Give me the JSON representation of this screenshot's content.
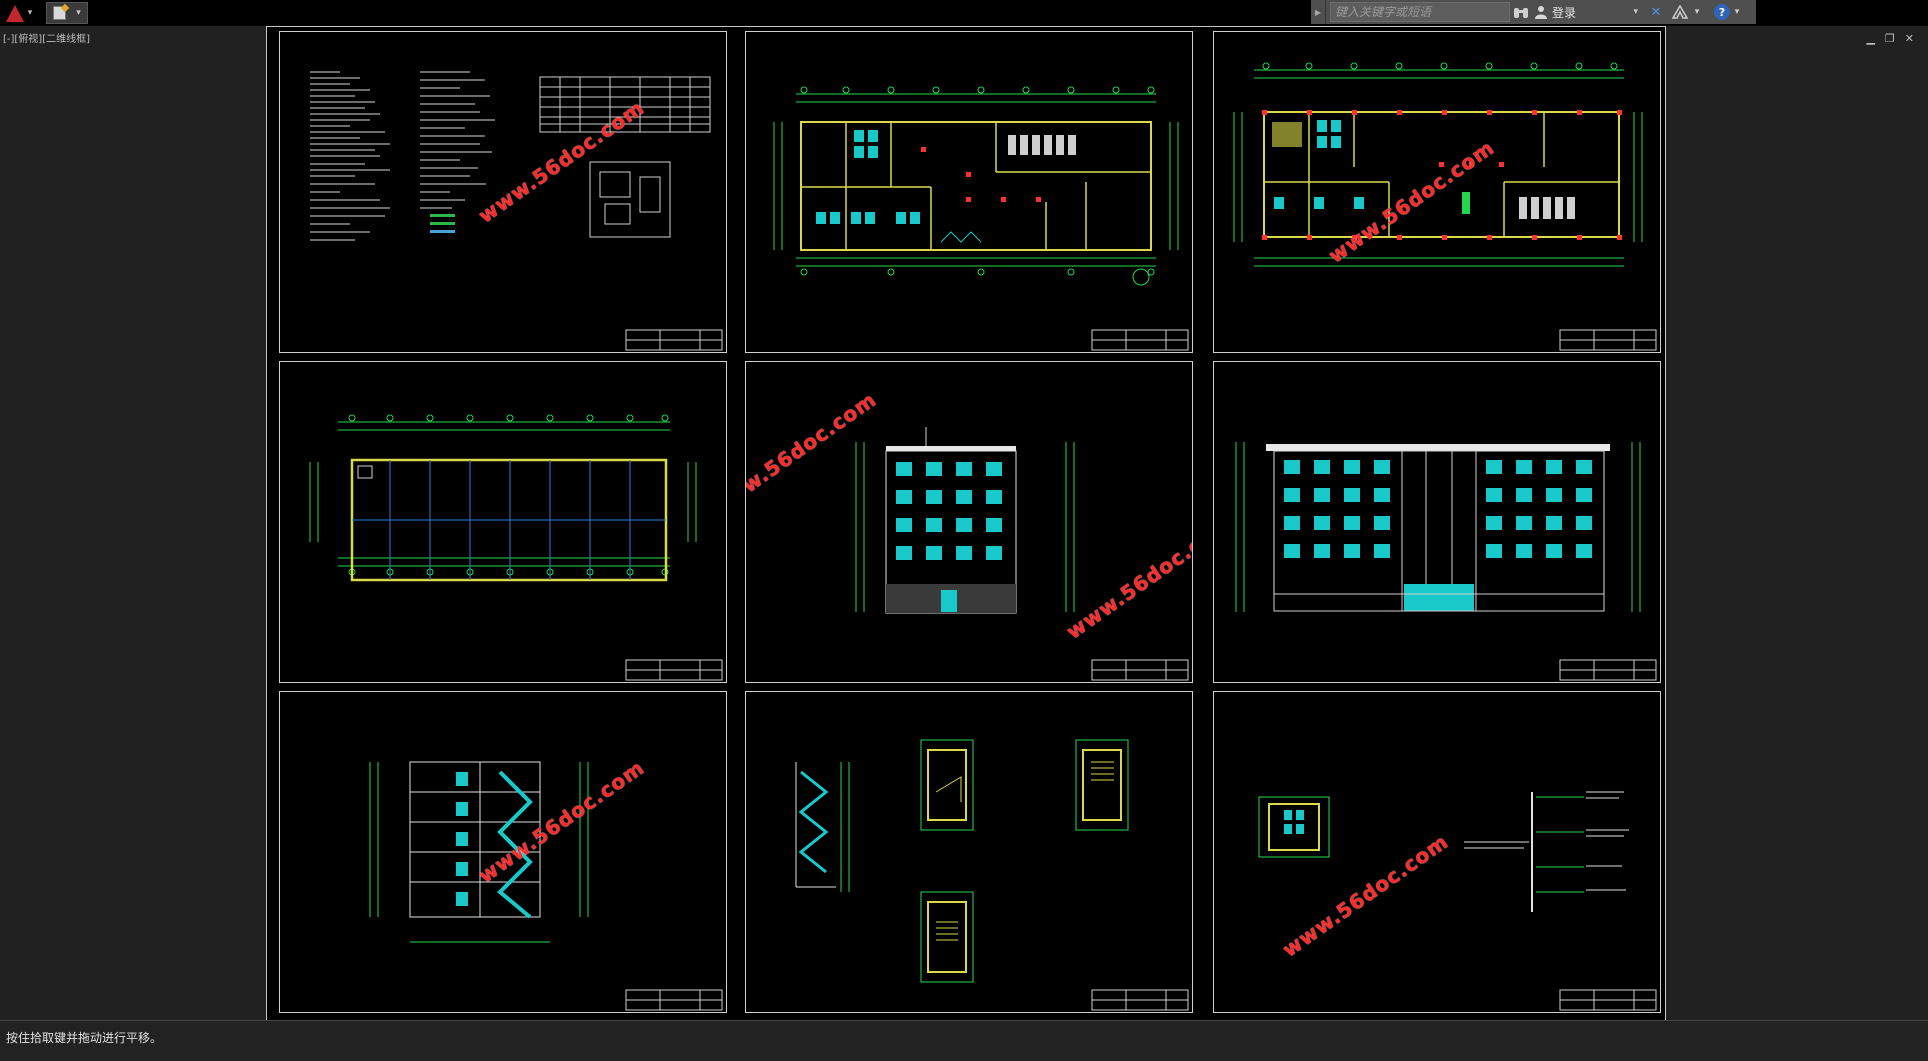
{
  "app": {
    "viewport_label": "[-][俯视][二维线框]",
    "status_message": "按住拾取键并拖动进行平移。"
  },
  "search": {
    "placeholder": "键入关键字或短语"
  },
  "user": {
    "login_label": "登录"
  },
  "icons": {
    "app_menu": "autocad-logo-icon",
    "quick_access": "document-icon",
    "binoculars": "binoculars-icon",
    "user": "user-icon",
    "exchange": "exchange-icon",
    "autodesk": "autodesk-a-icon",
    "help": "help-icon"
  },
  "colors": {
    "brand": "#c1272d",
    "drawing_green": "#22d84a",
    "drawing_cyan": "#19c9c9",
    "drawing_yellow": "#d9d94a",
    "watermark_red": "#ff2a2a"
  },
  "watermark_text": "www.56doc.com",
  "sheets": [
    {
      "id": "notes-sheet"
    },
    {
      "id": "first-floor-plan-sheet"
    },
    {
      "id": "standard-floor-plan-sheet"
    },
    {
      "id": "roof-plan-sheet"
    },
    {
      "id": "side-elevation-sheet"
    },
    {
      "id": "front-elevation-sheet"
    },
    {
      "id": "section-sheet"
    },
    {
      "id": "stair-detail-sheet"
    },
    {
      "id": "wall-detail-sheet"
    }
  ]
}
